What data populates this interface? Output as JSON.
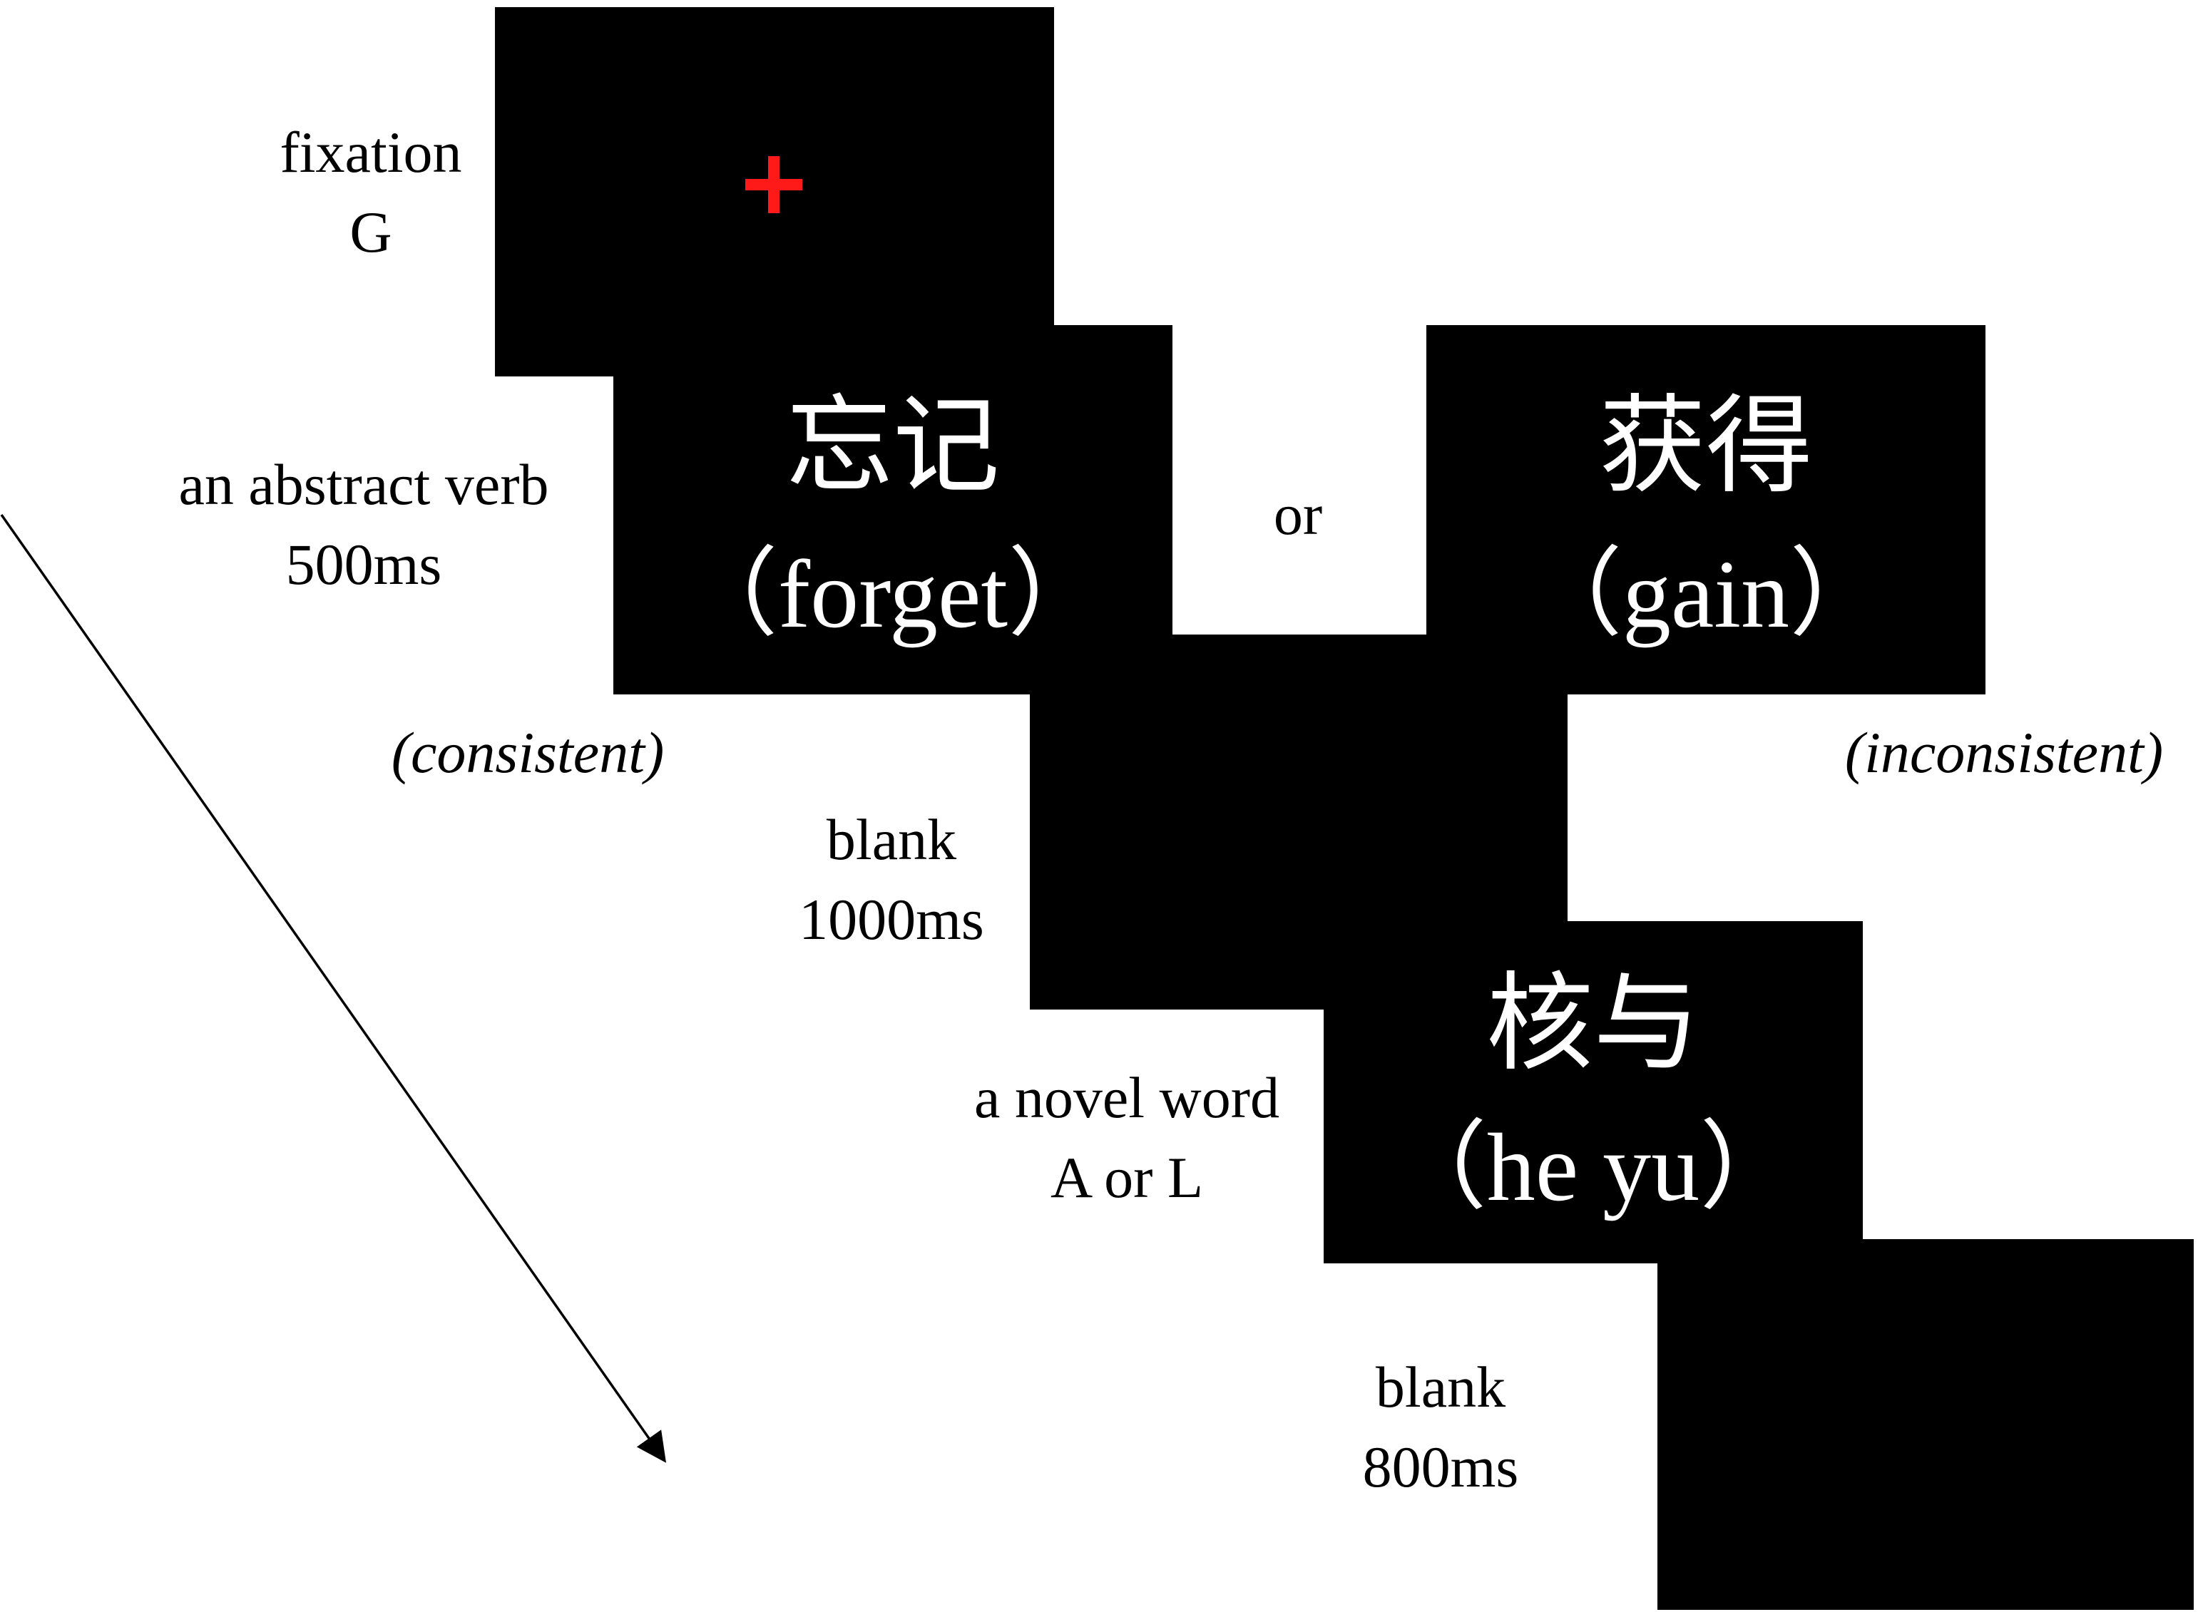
{
  "fixation": {
    "label": "fixation",
    "duration": "G",
    "cross_color": "#ff1a1a"
  },
  "verb": {
    "label": "an abstract verb",
    "duration": "500ms",
    "connector": "or",
    "consistent": {
      "chinese": "忘记",
      "pinyin": "（forget）",
      "condition": "(consistent)"
    },
    "inconsistent": {
      "chinese": "获得",
      "pinyin": "（gain）",
      "condition": "(inconsistent)"
    }
  },
  "blank1": {
    "label": "blank",
    "duration": "1000ms"
  },
  "novel_word": {
    "label": "a novel word",
    "response": "A or L",
    "chinese": "核与",
    "pinyin": "（he yu）"
  },
  "blank2": {
    "label": "blank",
    "duration": "800ms"
  },
  "colors": {
    "screen": "#000000",
    "screen_text": "#ffffff",
    "background": "#ffffff"
  },
  "icons": {
    "fixation": "red-plus-icon",
    "time": "arrow-down-right-icon"
  }
}
